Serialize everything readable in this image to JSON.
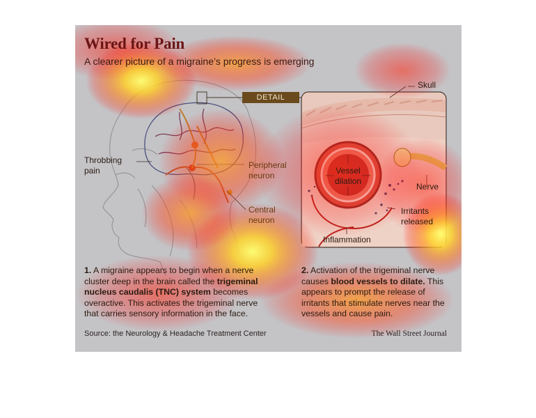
{
  "title": "Wired for Pain",
  "subtitle": "A clearer picture of a migraine’s progress is emerging",
  "detail_tag": "DETAIL",
  "labels": {
    "throbbing_pain_1": "Throbbing",
    "throbbing_pain_2": "pain",
    "peripheral_1": "Peripheral",
    "peripheral_2": "neuron",
    "central_1": "Central",
    "central_2": "neuron",
    "skull": "Skull",
    "vessel_1": "Vessel",
    "vessel_2": "dilation",
    "nerve": "Nerve",
    "irritants_1": "Irritants",
    "irritants_2": "released",
    "inflammation": "Inflammation"
  },
  "step1": {
    "number": "1.",
    "text_a": " A migraine appears to begin when a nerve cluster deep in the brain called the ",
    "bold": "trigeminal nucleus caudalis (TNC) system",
    "text_b": " becomes overactive. This activates the trigeminal nerve that carries sensory information in the face."
  },
  "step2": {
    "number": "2.",
    "text_a": " Activation of the trigeminal nerve causes ",
    "bold": "blood vessels to dilate.",
    "text_b": " This appears to prompt the release of irritants that stimulate nerves near the vessels and cause pain."
  },
  "source": "Source: the Neurology & Headache Treatment Center",
  "publisher": "The Wall Street Journal",
  "colors": {
    "title": "#6b1515",
    "card_bg": "#c4c4c7",
    "detail_tag_bg": "#6a4a1c",
    "artery": "#b8231c",
    "nerve_yellow": "#e8d27a"
  }
}
